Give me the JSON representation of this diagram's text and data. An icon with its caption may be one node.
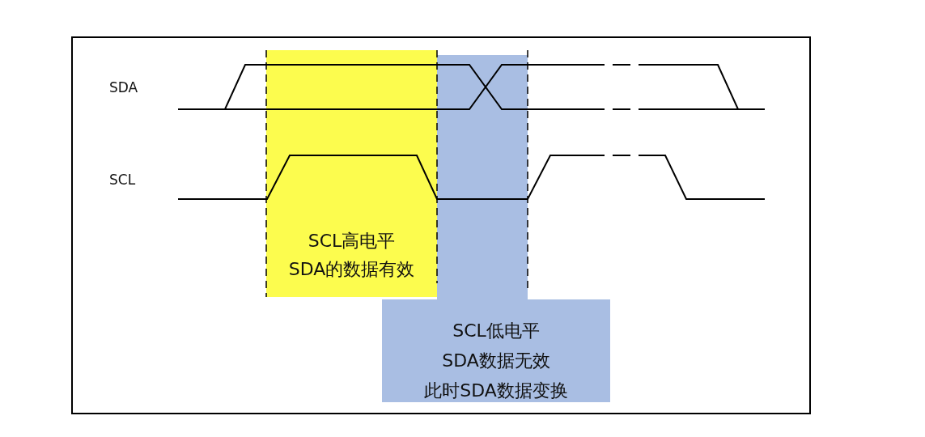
{
  "diagram": {
    "nodes": [
      {
        "text": [
          "SCL高电平SDA的数据有效"
        ]
      },
      {
        "text": [
          "SCL低电平SDA数据无效此时SDA数据变换"
        ]
      }
    ],
    "labels": [
      "SDA",
      "SCL"
    ]
  }
}
